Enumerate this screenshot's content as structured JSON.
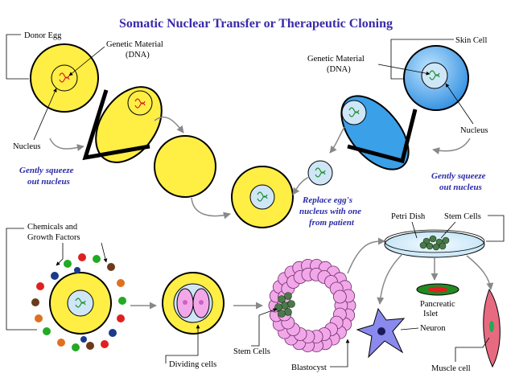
{
  "title": "Somatic Nuclear Transfer or Therapeutic Cloning",
  "labels": {
    "donor_egg": "Donor Egg",
    "genetic_material_left_1": "Genetic Material",
    "genetic_material_left_2": "(DNA)",
    "nucleus_left": "Nucleus",
    "squeeze_left_1": "Gently squeeze",
    "squeeze_left_2": "out nucleus",
    "skin_cell": "Skin Cell",
    "genetic_material_right_1": "Genetic Material",
    "genetic_material_right_2": "(DNA)",
    "nucleus_right": "Nucleus",
    "squeeze_right_1": "Gently squeeze",
    "squeeze_right_2": "out nucleus",
    "replace_1": "Replace egg's",
    "replace_2": "nucleus with one",
    "replace_3": "from patient",
    "chemicals_1": "Chemicals and",
    "chemicals_2": "Growth Factors",
    "dividing_cells": "Dividing cells",
    "stem_cells_blast": "Stem Cells",
    "blastocyst": "Blastocyst",
    "petri_dish": "Petri Dish",
    "stem_cells_dish": "Stem Cells",
    "pancreatic_1": "Pancreatic",
    "pancreatic_2": "Islet",
    "neuron": "Neuron",
    "muscle_cell": "Muscle cell"
  },
  "colors": {
    "title": "#3a2aa8",
    "note_blue": "#2a2aa8",
    "egg_yellow": "#ffee44",
    "nucleus_blue": "#cfe6f7",
    "skin_blue": "#3aa0e8",
    "arrow_gray": "#888888",
    "blastocyst_pink": "#f2a8e8",
    "neuron_blue": "#8a8aee"
  }
}
